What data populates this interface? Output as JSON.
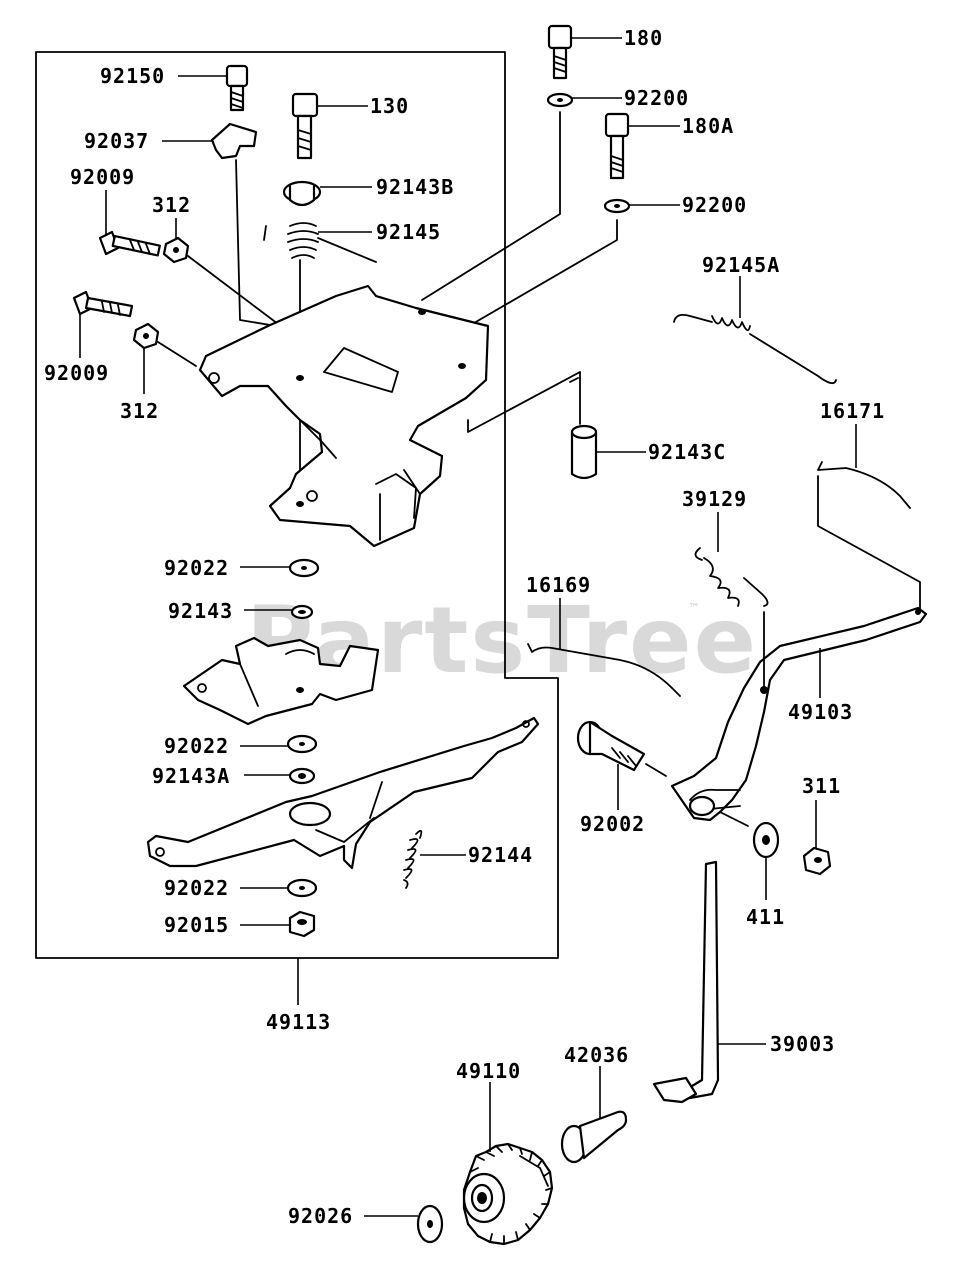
{
  "watermark": {
    "text": "PartsTree",
    "trademark": "™"
  },
  "parts": {
    "p180": "180",
    "p92200_top": "92200",
    "p180A": "180A",
    "p92200_mid": "92200",
    "p92150": "92150",
    "p130": "130",
    "p92037": "92037",
    "p92143B": "92143B",
    "p92009_a": "92009",
    "p312_a": "312",
    "p92145": "92145",
    "p92145A": "92145A",
    "p92009_b": "92009",
    "p312_b": "312",
    "p16171": "16171",
    "p92143C": "92143C",
    "p39129": "39129",
    "p92022_a": "92022",
    "p16169": "16169",
    "p92143": "92143",
    "p49103": "49103",
    "p92022_b": "92022",
    "p92143A": "92143A",
    "p311": "311",
    "p92002": "92002",
    "p92144": "92144",
    "p92022_c": "92022",
    "p411": "411",
    "p92015": "92015",
    "p49113": "49113",
    "p39003": "39003",
    "p49110": "49110",
    "p42036": "42036",
    "p92026": "92026"
  }
}
